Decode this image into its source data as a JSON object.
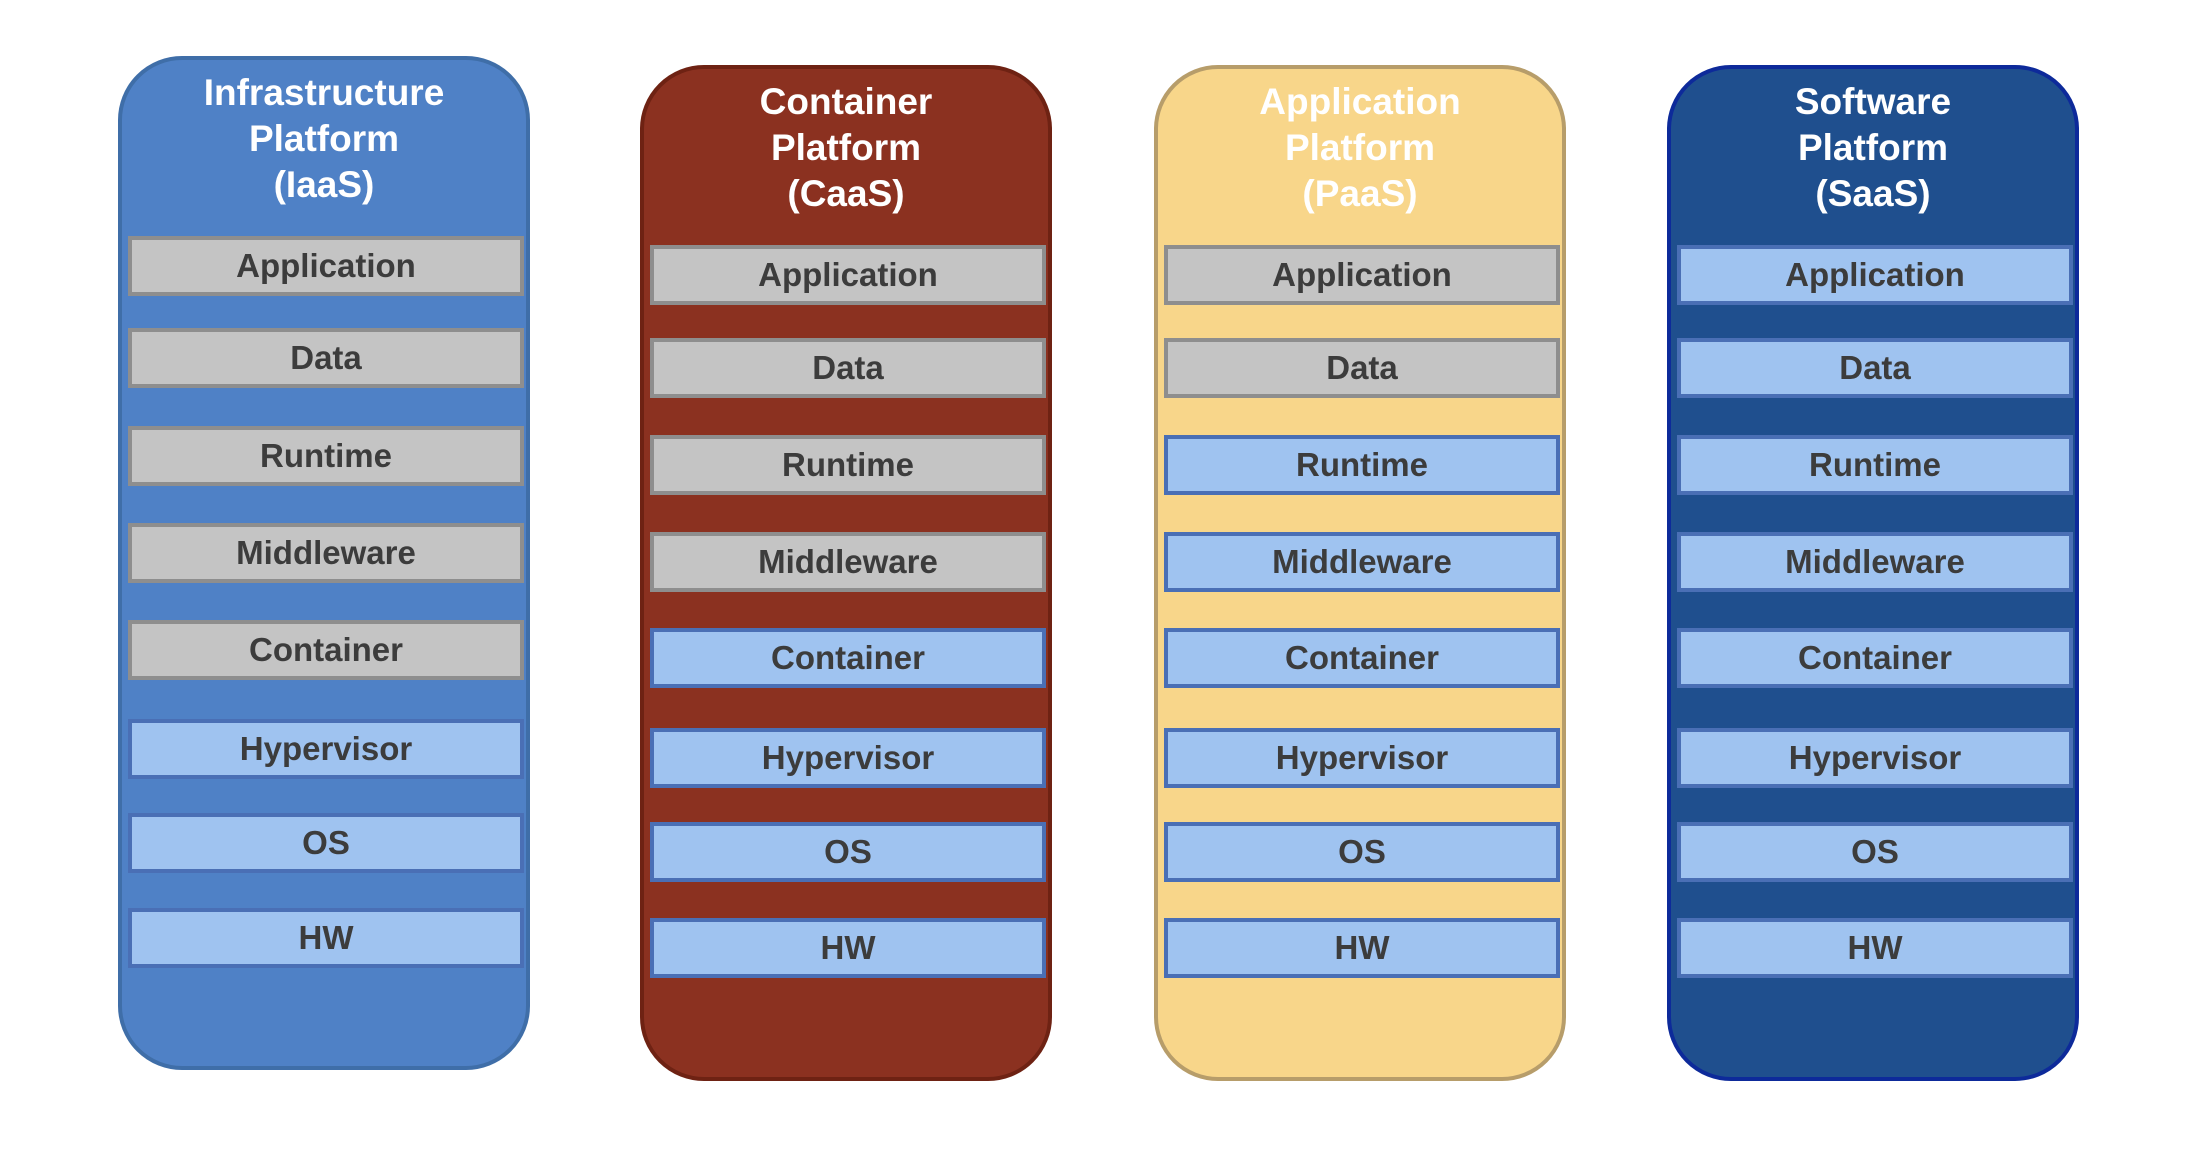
{
  "columns": [
    {
      "title_lines": [
        "Infrastructure",
        "Platform",
        "(IaaS)"
      ],
      "fill": "#4f81c6",
      "border": "#3f6ea8",
      "title_color": "#ffffff",
      "layers": [
        {
          "label": "Application",
          "state": "gray"
        },
        {
          "label": "Data",
          "state": "gray"
        },
        {
          "label": "Runtime",
          "state": "gray"
        },
        {
          "label": "Middleware",
          "state": "gray"
        },
        {
          "label": "Container",
          "state": "gray"
        },
        {
          "label": "Hypervisor",
          "state": "blue"
        },
        {
          "label": "OS",
          "state": "blue"
        },
        {
          "label": "HW",
          "state": "blue"
        }
      ]
    },
    {
      "title_lines": [
        "Container",
        "Platform",
        "(CaaS)"
      ],
      "fill": "#8b3120",
      "border": "#6e2213",
      "title_color": "#ffffff",
      "layers": [
        {
          "label": "Application",
          "state": "gray"
        },
        {
          "label": "Data",
          "state": "gray"
        },
        {
          "label": "Runtime",
          "state": "gray"
        },
        {
          "label": "Middleware",
          "state": "gray"
        },
        {
          "label": "Container",
          "state": "blue"
        },
        {
          "label": "Hypervisor",
          "state": "blue"
        },
        {
          "label": "OS",
          "state": "blue"
        },
        {
          "label": "HW",
          "state": "blue"
        }
      ]
    },
    {
      "title_lines": [
        "Application",
        "Platform",
        "(PaaS)"
      ],
      "fill": "#f8d68a",
      "border": "#b79d6a",
      "title_color": "#ffffff",
      "layers": [
        {
          "label": "Application",
          "state": "gray"
        },
        {
          "label": "Data",
          "state": "gray"
        },
        {
          "label": "Runtime",
          "state": "blue"
        },
        {
          "label": "Middleware",
          "state": "blue"
        },
        {
          "label": "Container",
          "state": "blue"
        },
        {
          "label": "Hypervisor",
          "state": "blue"
        },
        {
          "label": "OS",
          "state": "blue"
        },
        {
          "label": "HW",
          "state": "blue"
        }
      ]
    },
    {
      "title_lines": [
        "Software",
        "Platform",
        "(SaaS)"
      ],
      "fill": "#1f4f8e",
      "border": "#0d2a9a",
      "title_color": "#ffffff",
      "layers": [
        {
          "label": "Application",
          "state": "blue"
        },
        {
          "label": "Data",
          "state": "blue"
        },
        {
          "label": "Runtime",
          "state": "blue"
        },
        {
          "label": "Middleware",
          "state": "blue"
        },
        {
          "label": "Container",
          "state": "blue"
        },
        {
          "label": "Hypervisor",
          "state": "blue"
        },
        {
          "label": "OS",
          "state": "blue"
        },
        {
          "label": "HW",
          "state": "blue"
        }
      ]
    }
  ],
  "layer_styles": {
    "gray": {
      "fill": "#c4c4c4",
      "border": "#8e8e8e"
    },
    "blue": {
      "fill": "#9fc3f0",
      "border": "#4a6fb5"
    }
  }
}
